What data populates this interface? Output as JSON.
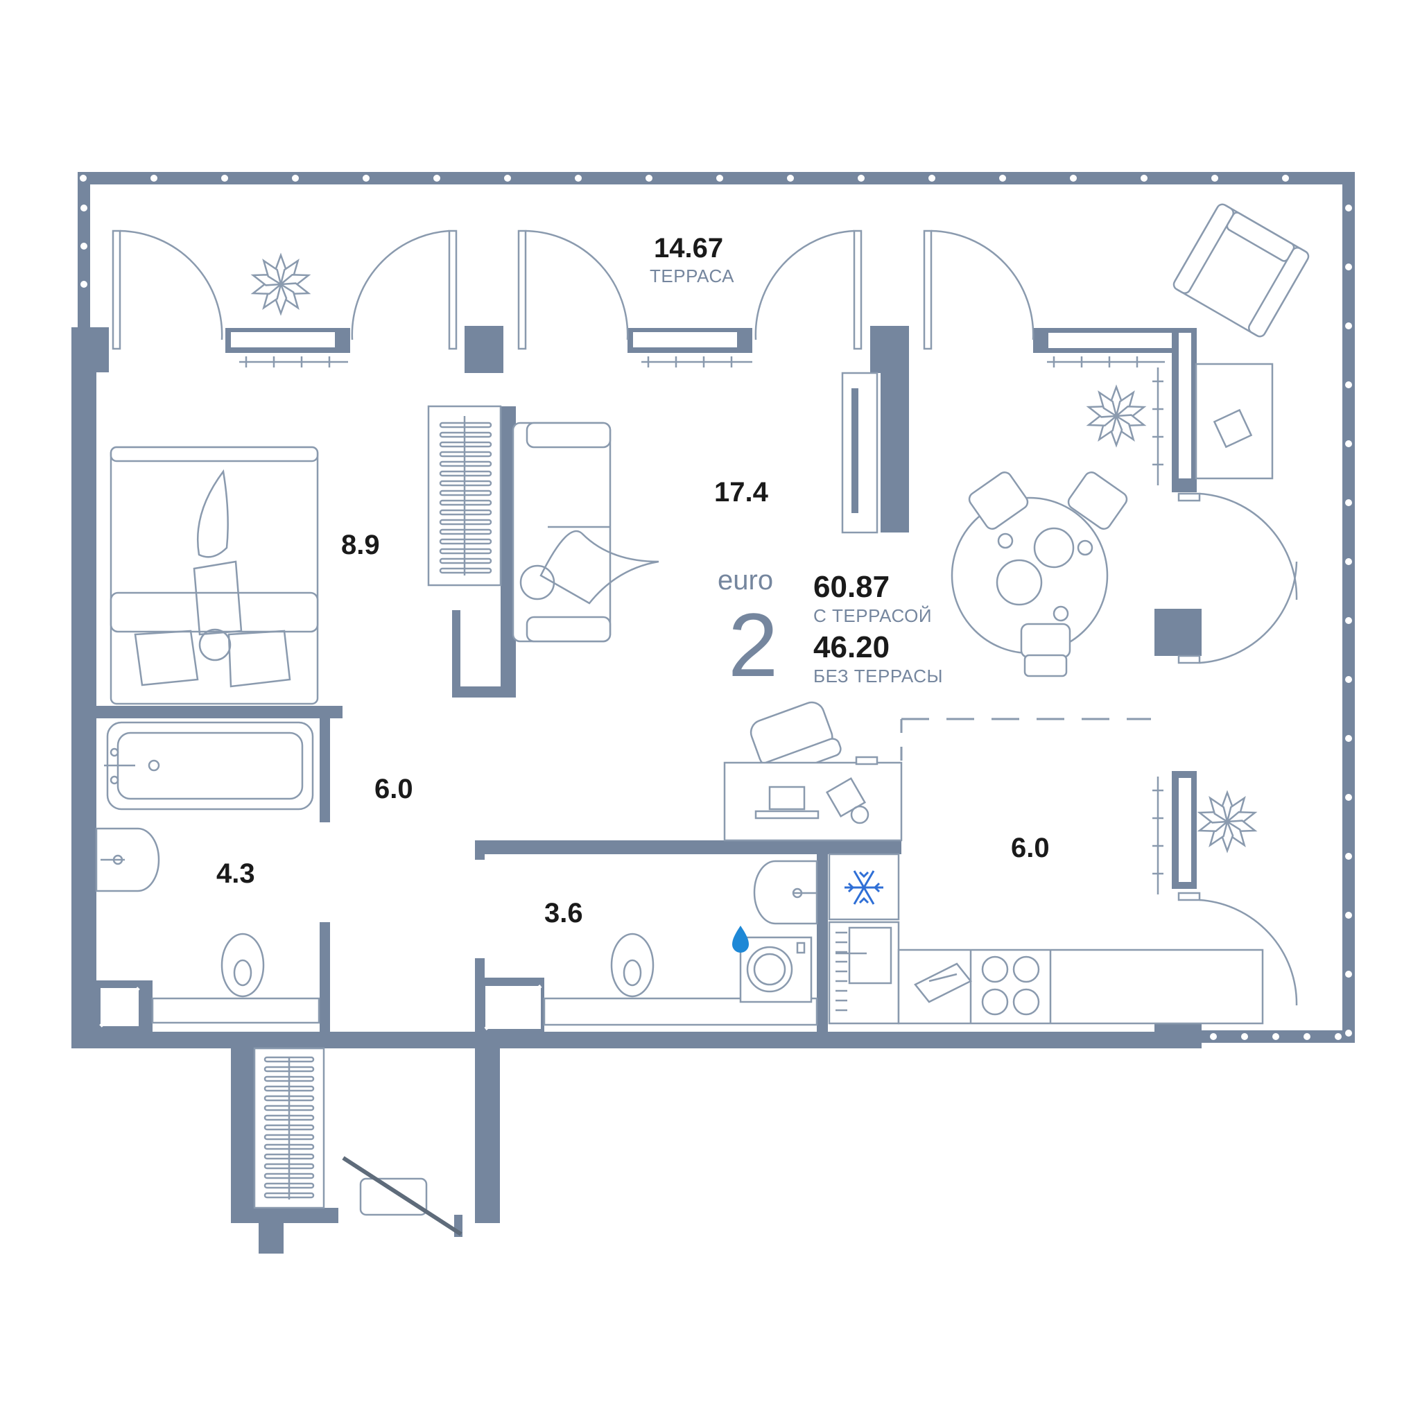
{
  "colors": {
    "wall": "#75869e",
    "line": "#8a9aae",
    "accent": "#75869e",
    "water": "#1e88d6",
    "snow": "#2f6fd6"
  },
  "terrace": {
    "area": "14.67",
    "label": "ТЕРРАСА"
  },
  "summary": {
    "class_label": "euro",
    "rooms": "2",
    "area_with_terrace": "60.87",
    "with_terrace_label": "С ТЕРРАСОЙ",
    "area_without_terrace": "46.20",
    "without_terrace_label": "БЕЗ ТЕРРАСЫ"
  },
  "rooms": {
    "bedroom": "8.9",
    "living": "17.4",
    "hall": "6.0",
    "bathroom": "4.3",
    "wc": "3.6",
    "kitchen": "6.0"
  },
  "icons": [
    "plant-icon",
    "armchair-icon",
    "bed-icon",
    "sofa-icon",
    "tv-icon",
    "dining-table-icon",
    "desk-icon",
    "office-chair-icon",
    "bathtub-icon",
    "sink-icon",
    "toilet-icon",
    "washing-machine-icon",
    "water-drop-icon",
    "snowflake-icon",
    "stove-icon",
    "cutting-board-icon",
    "wardrobe-icon"
  ]
}
